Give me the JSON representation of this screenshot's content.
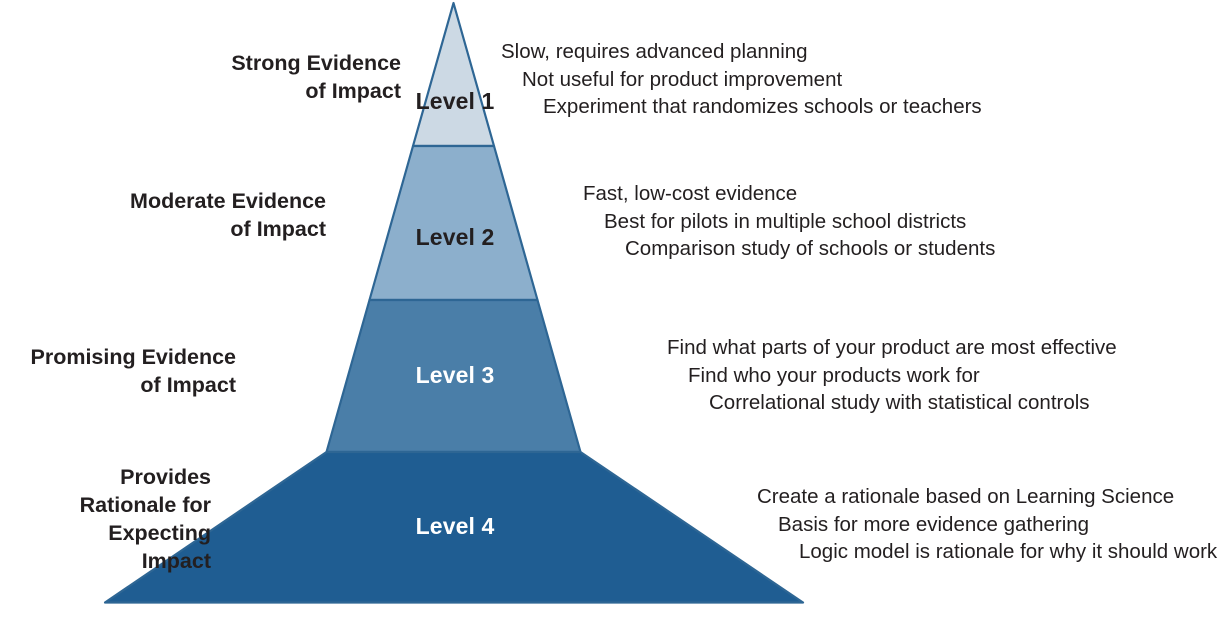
{
  "diagram": {
    "type": "pyramid",
    "title": "Evidence of Impact Pyramid",
    "orientation": "apex-up",
    "band_count": 4,
    "colors": {
      "level_1_fill": "#ccd9e4",
      "level_2_fill": "#8cafcc",
      "level_3_fill": "#4a7ea8",
      "level_4_fill": "#1f5d92",
      "outline": "#2e6694",
      "text_dark": "#231f20",
      "text_light": "#ffffff",
      "background": "#ffffff"
    }
  },
  "levels": [
    {
      "id": "level-1",
      "tag": "Level 1",
      "tag_color": "dark",
      "left_label": "Strong Evidence\nof Impact",
      "right_lines": [
        "Slow, requires advanced planning",
        "Not useful for product improvement",
        "Experiment that randomizes schools or teachers"
      ]
    },
    {
      "id": "level-2",
      "tag": "Level 2",
      "tag_color": "dark",
      "left_label": "Moderate Evidence\nof Impact",
      "right_lines": [
        "Fast, low-cost evidence",
        "Best for pilots in multiple school districts",
        "Comparison study of schools or students"
      ]
    },
    {
      "id": "level-3",
      "tag": "Level 3",
      "tag_color": "light",
      "left_label": "Promising Evidence\nof Impact",
      "right_lines": [
        "Find what parts of your product are most effective",
        "Find who your products work for",
        "Correlational study with statistical controls"
      ]
    },
    {
      "id": "level-4",
      "tag": "Level 4",
      "tag_color": "light",
      "left_label": "Provides\nRationale for\nExpecting\nImpact",
      "right_lines": [
        "Create a rationale based on Learning Science",
        "Basis for more evidence gathering",
        "Logic model is rationale for why it should work"
      ]
    }
  ]
}
